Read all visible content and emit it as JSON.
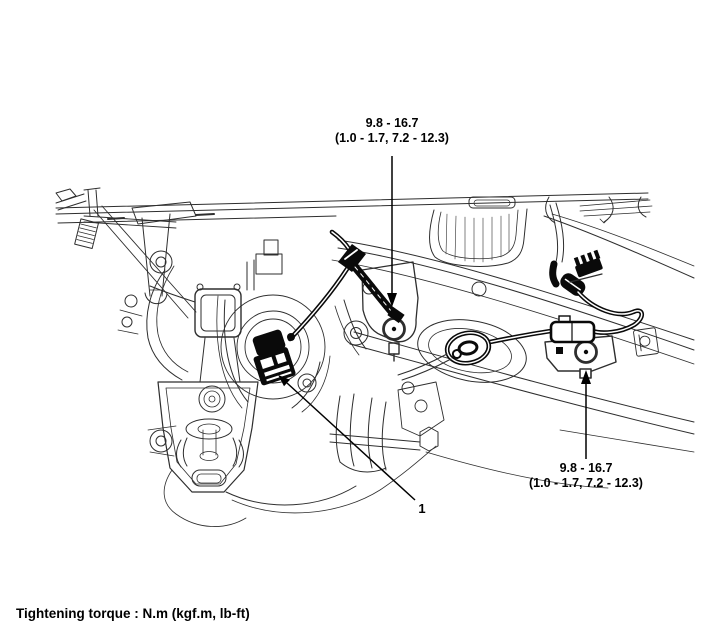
{
  "diagram": {
    "title_note": "Tightening torque : N.m (kgf.m, lb-ft)",
    "annotations": {
      "torque_front": {
        "line1": "9.8 - 16.7",
        "line2": "(1.0 - 1.7, 7.2 - 12.3)"
      },
      "torque_rear": {
        "line1": "9.8 - 16.7",
        "line2": "(1.0 - 1.7, 7.2 - 12.3)"
      },
      "part_number": "1"
    },
    "colors": {
      "background": "#ffffff",
      "thin_line": "#2e2e2e",
      "bold_line": "#0a0a0a",
      "text": "#000000"
    }
  }
}
